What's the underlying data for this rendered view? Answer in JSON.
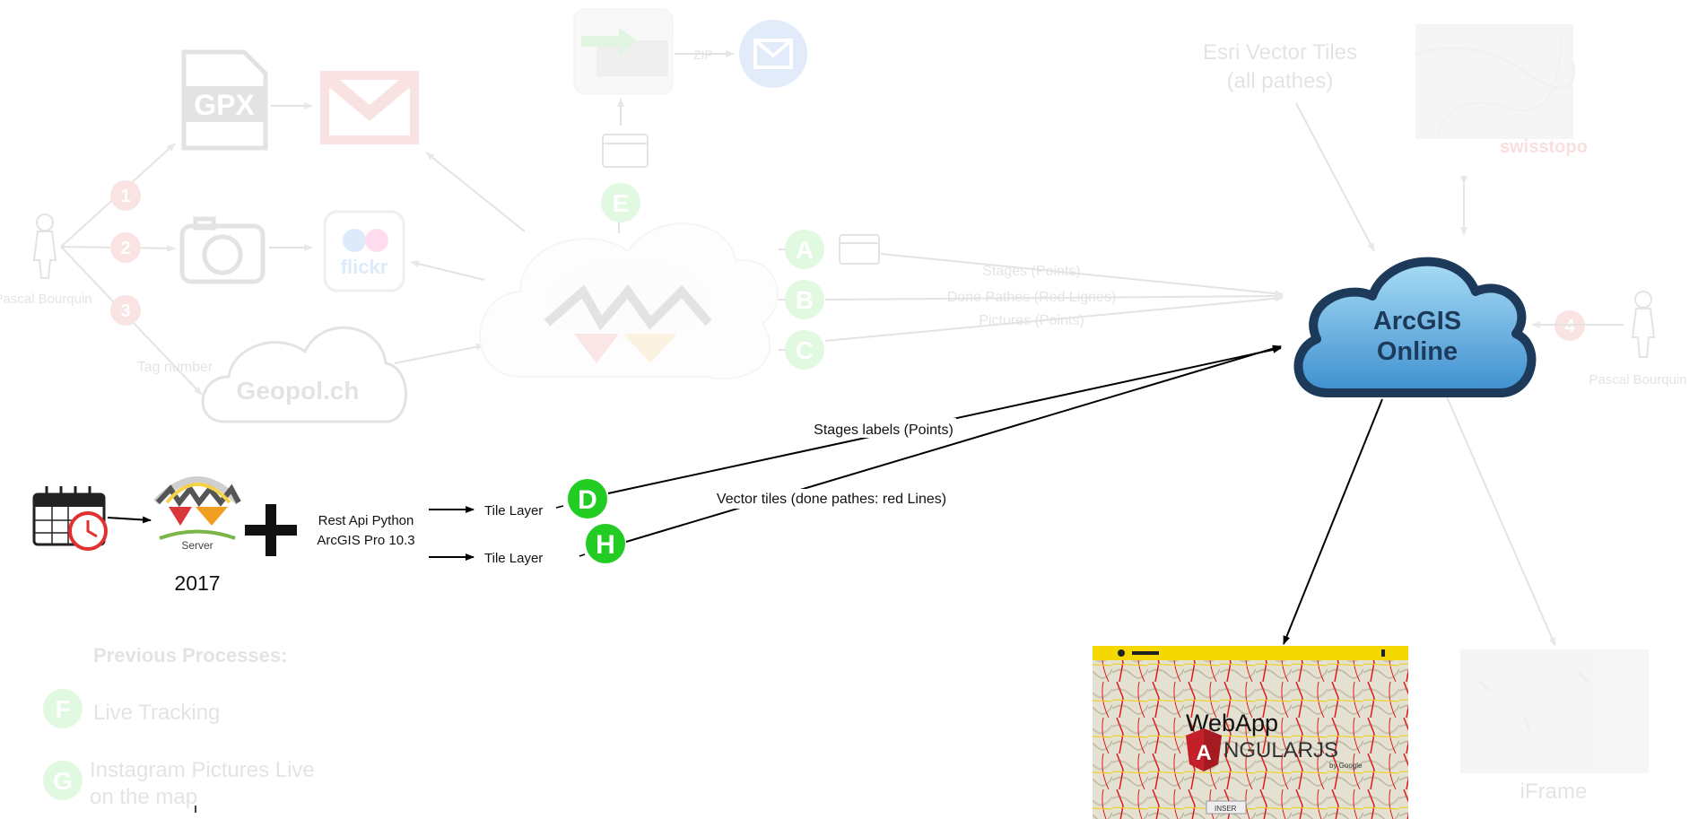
{
  "faded": {
    "person_left_label": "Pascal Bourquin",
    "person_right_label": "Pascal Bourquin",
    "gpx_label": "GPX",
    "flickr_label": "flickr",
    "geopol_label": "Geopol.ch",
    "tag_number_label": "Tag number",
    "zip_label": "ZIP",
    "step_numbers": [
      "1",
      "2",
      "3",
      "4"
    ],
    "circle_letters": [
      "A",
      "B",
      "C",
      "E"
    ],
    "flow_labels": [
      "Stages (Points)",
      "Done Pathes (Red Lignes)",
      "Pictures (Points)"
    ],
    "esri_vector_tiles_label": [
      "Esri Vector Tiles",
      "(all pathes)"
    ],
    "swisstopo_label": "swisstopo",
    "iframe_label": "iFrame",
    "previous_processes_title": "Previous Processes:",
    "previous_items": [
      {
        "letter": "F",
        "text": "Live Tracking"
      },
      {
        "letter": "G",
        "text": "Instagram Pictures Live on the map"
      }
    ]
  },
  "active": {
    "fme_server_label": "Server",
    "year_label": "2017",
    "rest_api_label": [
      "Rest Api Python",
      "ArcGIS Pro 10.3"
    ],
    "tile_layer_top": "Tile Layer",
    "tile_layer_bottom": "Tile Layer",
    "circle_d": "D",
    "circle_h": "H",
    "stages_labels_edge": "Stages labels (Points)",
    "vector_tiles_edge": "Vector tiles (done pathes: red Lines)",
    "arcgis_label": [
      "ArcGIS",
      "Online"
    ],
    "webapp_label": "WebApp",
    "angular_label": "NGULARJS",
    "angular_sub": "by Google",
    "webapp_search": "INSER"
  },
  "colors": {
    "green": "#22cc22",
    "red_step": "#e03030",
    "arcgis_cloud": "#4a9fd8",
    "arcgis_text": "#1e3a5a",
    "yellow_bar": "#f5d800",
    "angular_red": "#c3202a",
    "grey": "#888888",
    "flickr_blue": "#0063dc",
    "flickr_pink": "#ff0084",
    "gmail_red": "#d93025",
    "mail_blue": "#2a6fdb"
  }
}
